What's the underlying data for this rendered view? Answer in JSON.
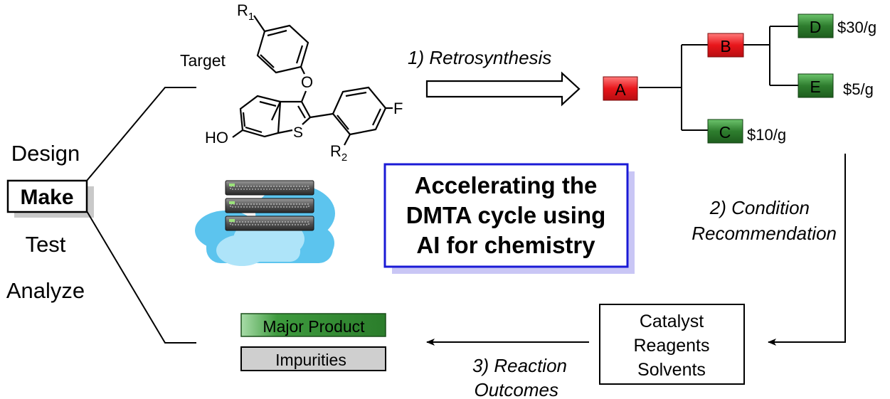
{
  "dmta": {
    "steps": [
      "Design",
      "Make",
      "Test",
      "Analyze"
    ],
    "highlighted": "Make"
  },
  "molecule": {
    "label": "Target",
    "groups": {
      "r1": "R1",
      "r2": "R2",
      "o": "O",
      "s": "S",
      "f": "F",
      "ho": "HO"
    }
  },
  "steps": {
    "retrosynthesis": "1) Retrosynthesis",
    "condition_line1": "2) Condition",
    "condition_line2": "Recommendation",
    "outcome_line1": "3) Reaction",
    "outcome_line2": "Outcomes"
  },
  "tree": {
    "nodes": [
      {
        "id": "A",
        "label": "A",
        "kind": "intermediate"
      },
      {
        "id": "B",
        "label": "B",
        "kind": "intermediate"
      },
      {
        "id": "C",
        "label": "C",
        "kind": "purchasable",
        "price": "$10/g"
      },
      {
        "id": "D",
        "label": "D",
        "kind": "purchasable",
        "price": "$30/g"
      },
      {
        "id": "E",
        "label": "E",
        "kind": "purchasable",
        "price": "$5/g"
      }
    ],
    "colors": {
      "intermediate": "#e8161b",
      "purchasable": "#2e7d2e"
    }
  },
  "center": {
    "line1": "Accelerating the",
    "line2": "DMTA cycle using",
    "line3": "AI for chemistry"
  },
  "conditions": {
    "items": [
      "Catalyst",
      "Reagents",
      "Solvents"
    ]
  },
  "outcomes": {
    "major": "Major Product",
    "impurities": "Impurities"
  },
  "icons": {
    "cloud": "cloud-server-icon"
  }
}
